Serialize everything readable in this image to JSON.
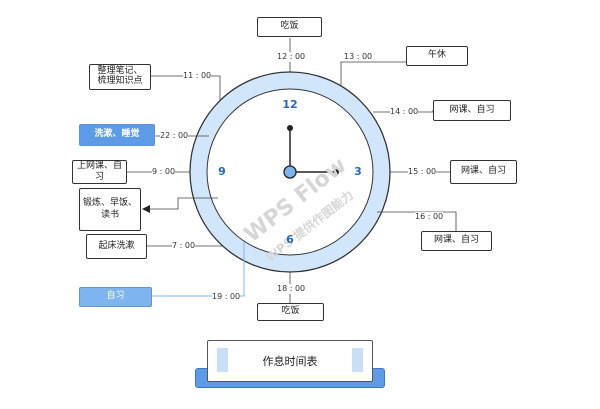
{
  "title": "作息时间表",
  "clock_numbers": {
    "n12": "12",
    "n3": "3",
    "n6": "6",
    "n9": "9"
  },
  "events": [
    {
      "time": "12 : 00",
      "label": "吃饭"
    },
    {
      "time": "13 : 00",
      "label": "午休"
    },
    {
      "time": "14 : 00",
      "label": "网课、自习"
    },
    {
      "time": "15 : 00",
      "label": "网课、自习"
    },
    {
      "time": "16 : 00",
      "label": "网课、自习"
    },
    {
      "time": "18 : 00",
      "label": "吃饭"
    },
    {
      "time": "19 : 00",
      "label": "自习"
    },
    {
      "time": "7 : 00",
      "label": "起床洗漱"
    },
    {
      "time": "",
      "label": "锻炼、早饭、\n读书"
    },
    {
      "time": "9 : 00",
      "label": "上网课、自习"
    },
    {
      "time": "22 : 00",
      "label": "洗漱、睡觉"
    },
    {
      "time": "11 : 00",
      "label": "整理笔记、\n梳理知识点"
    }
  ],
  "watermark": {
    "line1": "WPS Flow",
    "line2": "WPS 提供作图能力"
  },
  "colors": {
    "ring_fill": "#d2e6fb",
    "ring_stroke": "#333333",
    "accent": "#5d9be6",
    "number": "#2767b3"
  }
}
